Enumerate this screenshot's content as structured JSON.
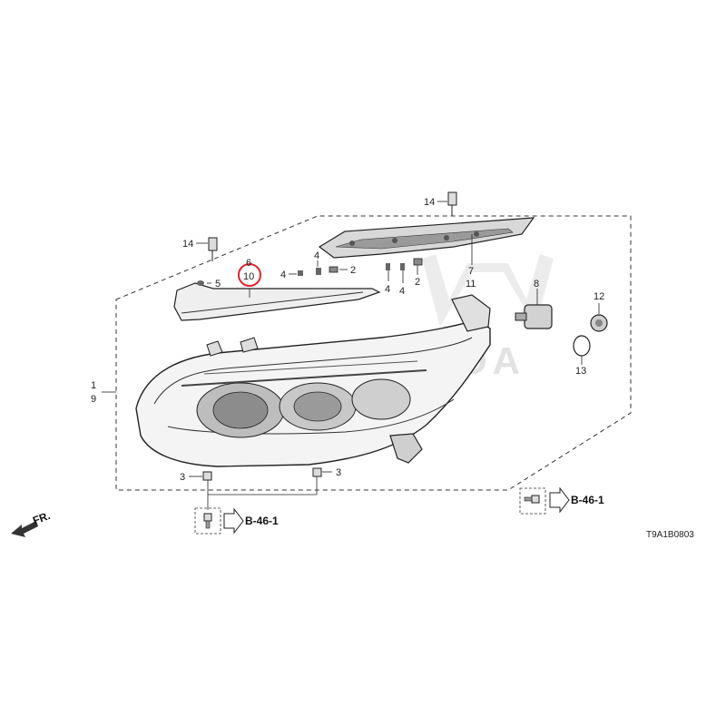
{
  "callouts": {
    "c14_top": "14",
    "c14_left": "14",
    "c5": "5",
    "c6": "6",
    "c10": "10",
    "c4_a": "4",
    "c4_b": "4",
    "c4_c": "4",
    "c4_d": "4",
    "c2_a": "2",
    "c2_b": "2",
    "c7": "7",
    "c11": "11",
    "c8": "8",
    "c12": "12",
    "c13": "13",
    "c1": "1",
    "c9": "9",
    "c3_a": "3",
    "c3_b": "3"
  },
  "references": {
    "ref_left": "B-46-1",
    "ref_right": "B-46-1"
  },
  "front_arrow_label": "FR.",
  "diagram_code": "T9A1B0803",
  "watermark_text": "HONDA",
  "colors": {
    "line": "#222222",
    "highlight_circle": "#e0242a",
    "watermark": "#e2e2e2"
  }
}
